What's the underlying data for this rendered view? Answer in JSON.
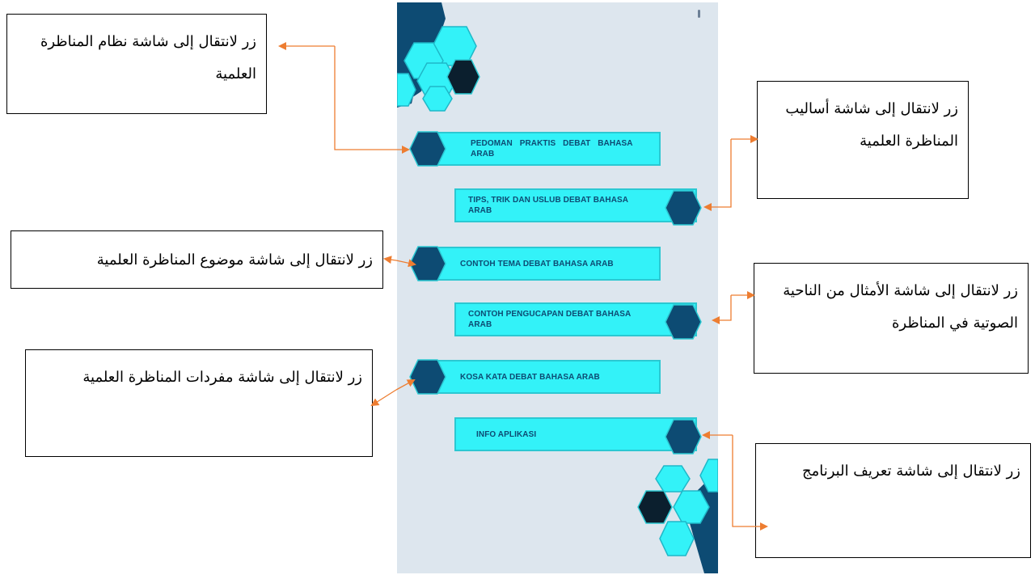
{
  "menu": {
    "buttons": [
      {
        "label": "PEDOMAN  PRAKTIS  DEBAT  BAHASA ARAB"
      },
      {
        "label": "TIPS, TRIK DAN USLUB DEBAT BAHASA ARAB"
      },
      {
        "label": "CONTOH TEMA DEBAT BAHASA ARAB"
      },
      {
        "label": "CONTOH PENGUCAPAN DEBAT BAHASA ARAB"
      },
      {
        "label": "KOSA KATA DEBAT BAHASA ARAB"
      },
      {
        "label": "INFO APLIKASI"
      }
    ]
  },
  "callouts": [
    {
      "text": "زر لانتقال إلى شاشة نظام المناظرة العلمية"
    },
    {
      "text": "زر لانتقال إلى شاشة أساليب المناظرة العلمية"
    },
    {
      "text": "زر لانتقال إلى شاشة موضوع المناظرة العلمية"
    },
    {
      "text": "زر لانتقال إلى شاشة الأمثال من الناحية الصوتية في المناظرة"
    },
    {
      "text": "زر لانتقال إلى شاشة مفردات المناظرة العلمية"
    },
    {
      "text": "زر لانتقال إلى شاشة تعريف البرنامج"
    }
  ],
  "colors": {
    "screen_bg": "#dde6ee",
    "button_fill": "#33f2f8",
    "button_border": "#2bc8d2",
    "hex_dark": "#0d4b73",
    "hex_navy": "#0a3a5a",
    "hex_black": "#0b1f2e",
    "arrow": "#ed7d31",
    "label_text": "#0d4b73"
  }
}
